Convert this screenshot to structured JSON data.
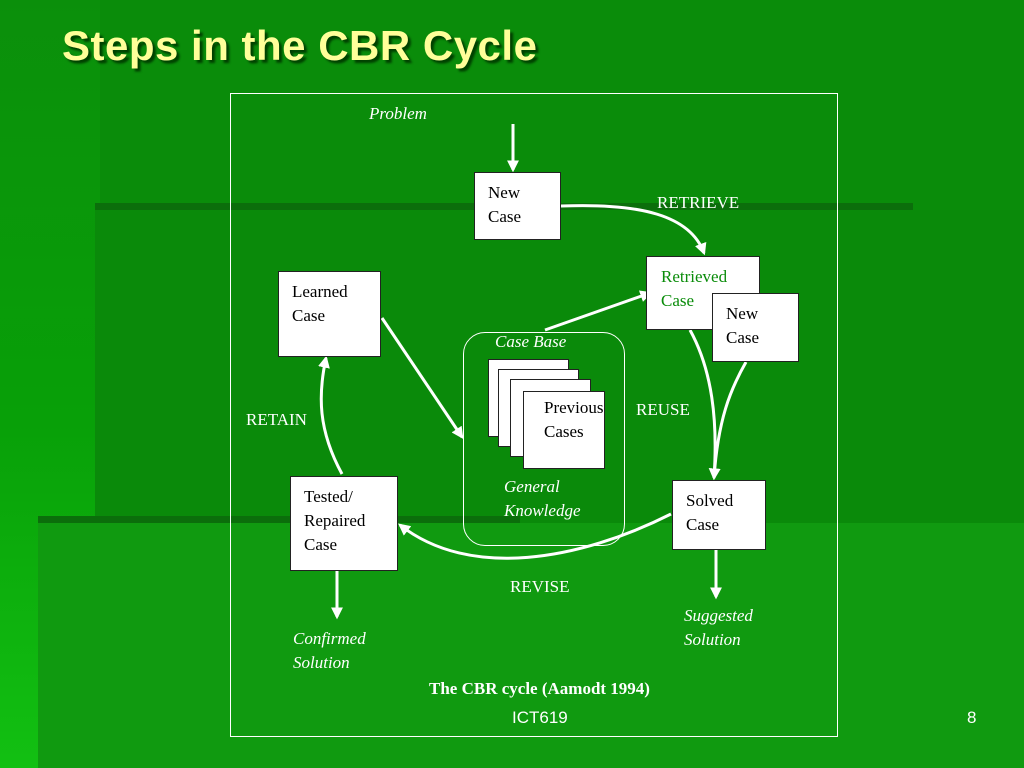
{
  "slide": {
    "title": "Steps in the CBR Cycle",
    "footer_center": "ICT619",
    "page_number": "8"
  },
  "diagram": {
    "problem_label": "Problem",
    "new_case": [
      "New",
      "Case"
    ],
    "retrieved_case": [
      "Retrieved",
      "Case"
    ],
    "retrieved_new_case": [
      "New",
      "Case"
    ],
    "learned_case": [
      "Learned",
      "Case"
    ],
    "case_base_label": "Case Base",
    "previous_cases": [
      "Previous",
      "Cases"
    ],
    "general_knowledge": [
      "General",
      "Knowledge"
    ],
    "solved_case": [
      "Solved",
      "Case"
    ],
    "tested_repaired_case": [
      "Tested/",
      "Repaired",
      "Case"
    ],
    "suggested_solution": [
      "Suggested",
      "Solution"
    ],
    "confirmed_solution": [
      "Confirmed",
      "Solution"
    ],
    "steps": {
      "retrieve": "RETRIEVE",
      "reuse": "REUSE",
      "revise": "REVISE",
      "retain": "RETAIN"
    },
    "caption": "The CBR cycle (Aamodt 1994)"
  },
  "colors": {
    "background": "#0a8c0a",
    "title": "#ffff99",
    "text": "#ffffff",
    "box_fill": "#ffffff"
  }
}
